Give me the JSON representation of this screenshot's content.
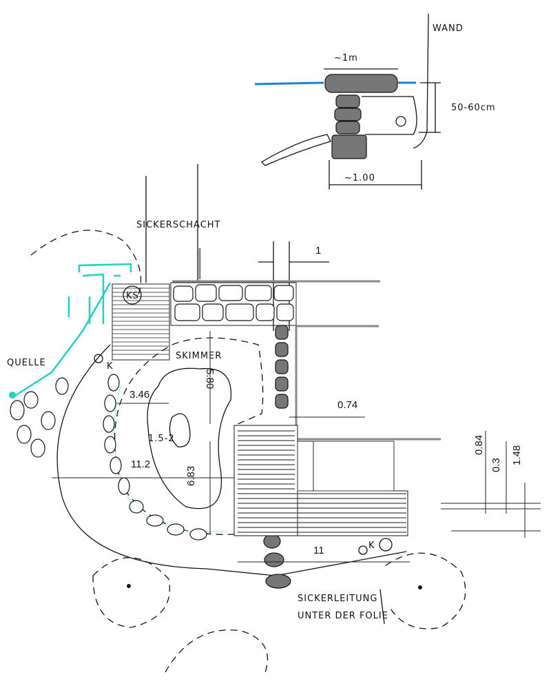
{
  "section": {
    "wall_label": "WAND",
    "width_top": "~1m",
    "height": "50-60cm",
    "width_bottom": "~1.00"
  },
  "plan": {
    "sickerschacht": "SICKERSCHACHT",
    "ks": "KS",
    "quelle": "QUELLE",
    "skimmer": "SKIMMER",
    "dim_1": "1",
    "dim_346": "3.46",
    "dim_580": "5.80",
    "dim_074": "0.74",
    "depth": "1.5-2",
    "dim_112": "11.2",
    "dim_683": "6.83",
    "dim_084": "0.84",
    "dim_03": "0.3",
    "dim_148": "1.48",
    "dim_11": "11",
    "k1": "K",
    "k2": "K",
    "sickerleitung_1": "SICKERLEITUNG",
    "sickerleitung_2": "UNTER DER FOLIE"
  },
  "colors": {
    "water": "#1e7fd6",
    "cyan": "#19d3c5"
  }
}
